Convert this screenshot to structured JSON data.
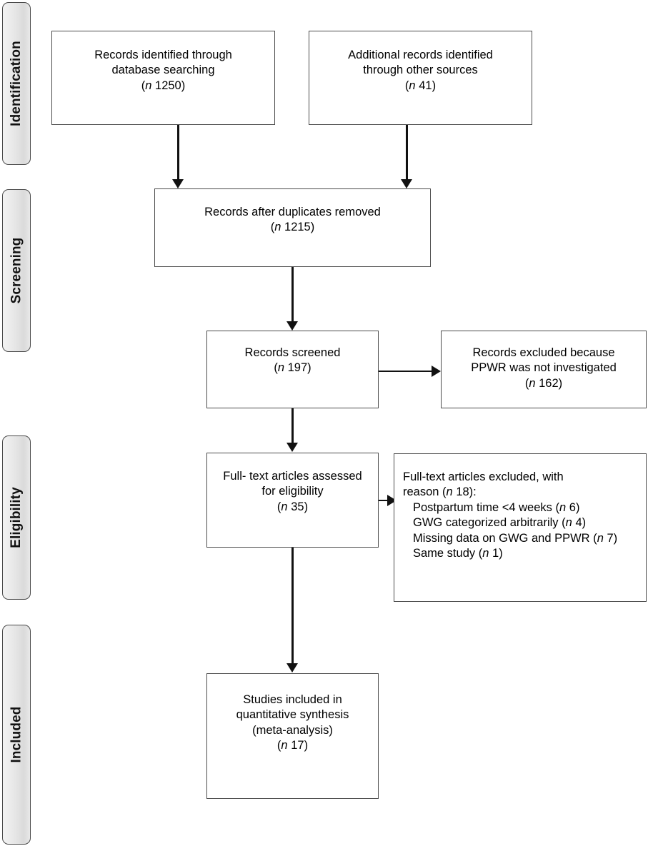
{
  "diagram": {
    "title": "PRISMA flow diagram",
    "type": "flowchart",
    "phases": [
      {
        "id": "identification",
        "label": "Identification"
      },
      {
        "id": "screening",
        "label": "Screening"
      },
      {
        "id": "eligibility",
        "label": "Eligibility"
      },
      {
        "id": "included",
        "label": "Included"
      }
    ],
    "boxes": {
      "records_identified": {
        "line1": "Records identified through",
        "line2": "database searching",
        "n_label": "n",
        "n_value": "1250"
      },
      "additional_records": {
        "line1": "Additional records identified",
        "line2": "through other sources",
        "n_label": "n",
        "n_value": "41"
      },
      "duplicates_removed": {
        "line1": "Records after duplicates removed",
        "n_label": "n",
        "n_value": "1215"
      },
      "records_screened": {
        "line1": "Records screened",
        "n_label": "n",
        "n_value": "197"
      },
      "records_excluded": {
        "line1": "Records excluded because",
        "line2": "PPWR was not investigated",
        "n_label": "n",
        "n_value": "162"
      },
      "fulltext_assessed": {
        "line1": "Full- text articles assessed",
        "line2": "for eligibility",
        "n_label": "n",
        "n_value": "35"
      },
      "fulltext_excluded": {
        "heading_part1": "Full-text articles excluded, with",
        "heading_part2": "reason (",
        "heading_n_label": "n",
        "heading_n_value": "18",
        "heading_part3": "):",
        "reasons": [
          {
            "text": "Postpartum time <4 weeks",
            "n_label": "n",
            "n_value": "6"
          },
          {
            "text": "GWG categorized arbitrarily",
            "n_label": "n",
            "n_value": "4"
          },
          {
            "text": "Missing data on GWG and PPWR",
            "n_label": "n",
            "n_value": "7"
          },
          {
            "text": "Same study",
            "n_label": "n",
            "n_value": "1"
          }
        ]
      },
      "studies_included": {
        "line1": "Studies included in",
        "line2": "quantitative synthesis",
        "line3": "(meta-analysis)",
        "n_label": "n",
        "n_value": "17"
      }
    },
    "colors": {
      "tab_fill": "#e6e6e6",
      "tab_border": "#4a4a4a",
      "box_border": "#4c4c4c",
      "box_fill": "#ffffff",
      "connector": "#111111",
      "text": "#000000"
    }
  }
}
